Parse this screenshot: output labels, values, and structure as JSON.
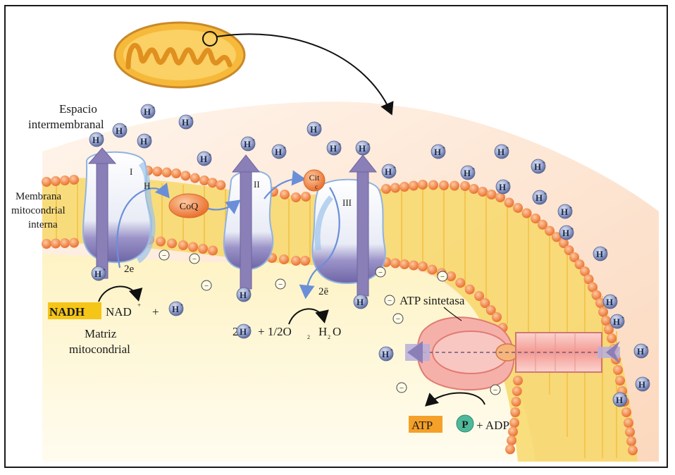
{
  "labels": {
    "espacio_line1": "Espacio",
    "espacio_line2": "intermembranal",
    "membrana_line1": "Membrana",
    "membrana_line2": "mitocondrial",
    "membrana_line3": "interna",
    "matriz_line1": "Matriz",
    "matriz_line2": "mitocondrial",
    "complex_1": "I",
    "complex_2": "II",
    "complex_3": "III",
    "coq": "CoQ",
    "cit_line1": "Cit",
    "cit_line2": "c",
    "electrons_1": "2e",
    "electrons_2": "2ē",
    "h_small": "H",
    "nadh": "NADH",
    "nad": "NAD",
    "nad_charge": "+",
    "plus": "+",
    "reaction_2h": "2H",
    "reaction_o2": "+ 1/2O",
    "reaction_o2_sub": "2",
    "reaction_h2o_h": "H",
    "reaction_h2o_sub": "2",
    "reaction_h2o_o": "O",
    "atp_sintetasa": "ATP sintetasa",
    "atp": "ATP",
    "p": "P",
    "adp": "+ ADP"
  },
  "ion": {
    "symbol": "H",
    "charge": "+",
    "negative_symbol": "−"
  },
  "colors": {
    "membrane_bead": "#f08a4c",
    "membrane_core": "#f7d86a",
    "intermembrane_space": "#fde3cd",
    "matrix": "#fdf7d8",
    "mitochondrion_fill": "#f6b93a",
    "proton_ion": "#8c98c4",
    "highlight_nadh": "#f5c518",
    "highlight_atp": "#f5a028",
    "phosphate": "#4eb89a",
    "protein_fill": "#eef0f8",
    "protein_shade": "#8a82bd",
    "arrow_purple": "#8a7fb6",
    "electron_path": "#6a8fd8",
    "coq_fill": "#f08a4c",
    "synthase_fill": "#f4a8a2"
  }
}
